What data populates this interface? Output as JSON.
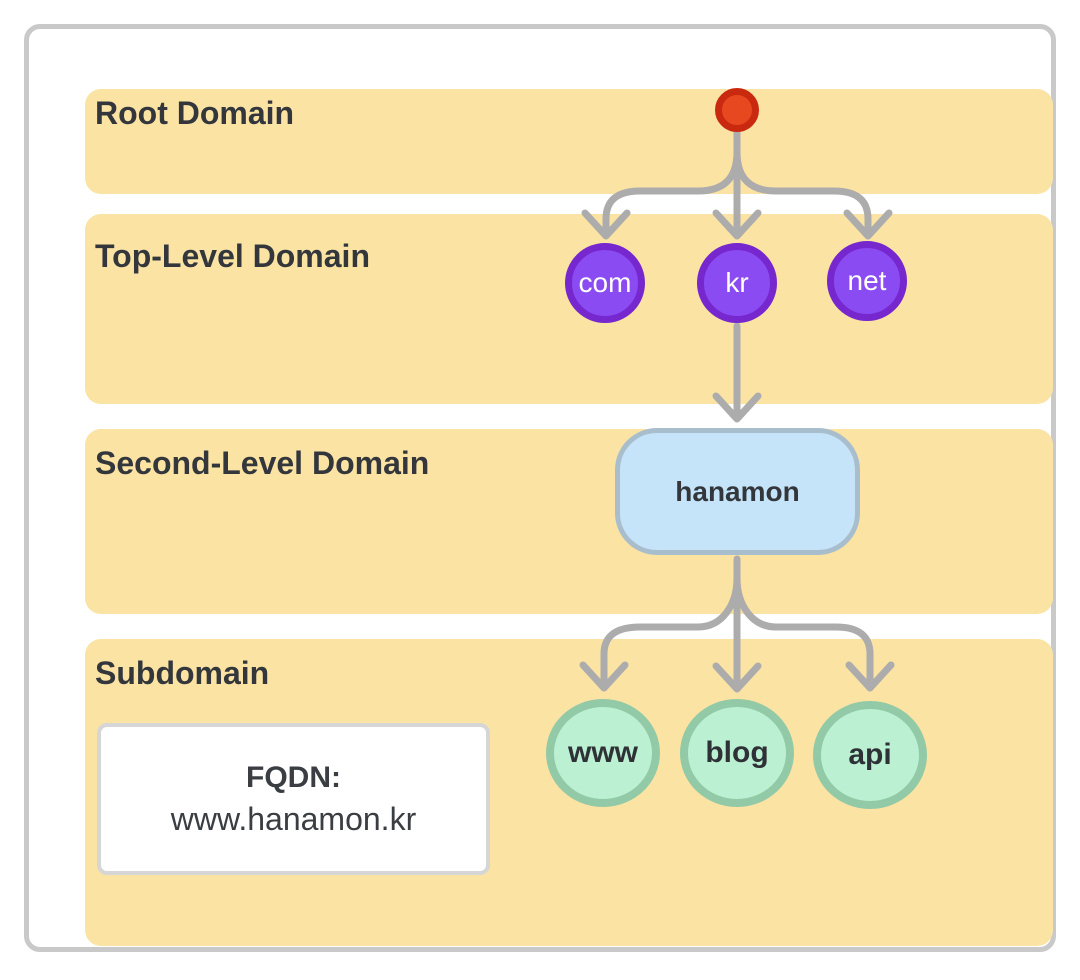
{
  "diagram": {
    "levels": {
      "root": {
        "label": "Root Domain",
        "node": "root-dot"
      },
      "tld": {
        "label": "Top-Level Domain",
        "nodes": [
          "com",
          "kr",
          "net"
        ]
      },
      "sld": {
        "label": "Second-Level Domain",
        "nodes": [
          "hanamon"
        ]
      },
      "sub": {
        "label": "Subdomain",
        "nodes": [
          "www",
          "blog",
          "api"
        ]
      }
    },
    "fqdn": {
      "heading": "FQDN:",
      "value": "www.hanamon.kr"
    },
    "colors": {
      "band_yellow": "#fbe3a4",
      "card_border": "#c9c9c9",
      "arrow_gray": "#acacac",
      "root_dot_fill": "#e8481f",
      "root_dot_border": "#c9290f",
      "tld_fill": "#8b4bf2",
      "tld_border": "#7627ce",
      "sld_fill": "#c5e3f9",
      "sld_border": "#a9becc",
      "sub_fill": "#bcf0d2",
      "sub_border": "#92c9a6",
      "label_text": "#33373c"
    }
  }
}
